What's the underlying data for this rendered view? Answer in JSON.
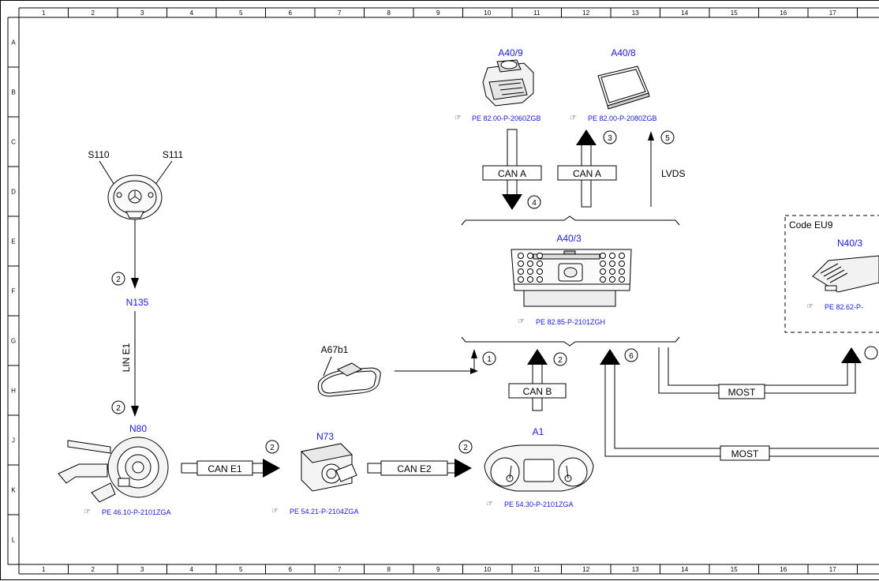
{
  "grid": {
    "columns": [
      "1",
      "2",
      "3",
      "4",
      "5",
      "6",
      "7",
      "8",
      "9",
      "10",
      "11",
      "12",
      "13",
      "14",
      "15",
      "16",
      "17",
      "1"
    ],
    "rows": [
      "A",
      "B",
      "C",
      "D",
      "E",
      "F",
      "G",
      "H",
      "J",
      "K",
      "L"
    ]
  },
  "components": {
    "a40_9": {
      "id": "A40/9",
      "ref": "PE 82.00-P-2060ZGB"
    },
    "a40_8": {
      "id": "A40/8",
      "ref": "PE 82.00-P-2080ZGB"
    },
    "a40_3": {
      "id": "A40/3",
      "ref": "PE 82.85-P-2101ZGH"
    },
    "n40_3": {
      "id": "N40/3",
      "ref": "PE 82.62-P-"
    },
    "s110": {
      "id": "S110"
    },
    "s111": {
      "id": "S111"
    },
    "n135": {
      "id": "N135"
    },
    "n80": {
      "id": "N80",
      "ref": "PE 46.10-P-2101ZGA"
    },
    "n73": {
      "id": "N73",
      "ref": "PE 54.21-P-2104ZGA"
    },
    "a1": {
      "id": "A1",
      "ref": "PE 54.30-P-2101ZGA"
    },
    "a67b1": {
      "id": "A67b1"
    }
  },
  "code_box": {
    "label": "Code EU9"
  },
  "buses": {
    "can_a_down": "CAN A",
    "can_a_up": "CAN A",
    "lvds": "LVDS",
    "can_b": "CAN B",
    "lin_e1": "LIN E1",
    "can_e1": "CAN E1",
    "can_e2": "CAN E2",
    "most_upper": "MOST",
    "most_lower": "MOST"
  },
  "markers": {
    "m3": "3",
    "m4": "4",
    "m5": "5",
    "m1": "1",
    "m2_canb": "2",
    "m6": "6",
    "m2_upper": "2",
    "m2_lower": "2",
    "m2_cane1": "2",
    "m2_cane2": "2"
  }
}
